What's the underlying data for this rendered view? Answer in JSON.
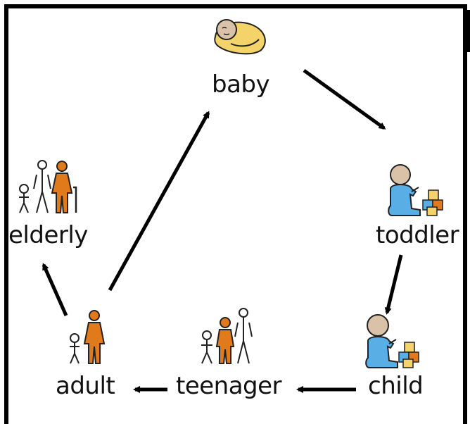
{
  "stages": {
    "baby": "baby",
    "toddler": "toddler",
    "child": "child",
    "teenager": "teenager",
    "adult": "adult",
    "elderly": "elderly"
  },
  "icons": {
    "baby": "swaddled-baby-icon",
    "toddler": "toddler-with-blocks-icon",
    "child": "child-with-blocks-icon",
    "teenager": "teenager-group-icon",
    "adult": "adult-with-child-icon",
    "elderly": "elderly-family-icon"
  },
  "colors": {
    "skin": "#d9c2a8",
    "blanket": "#f4d36a",
    "clothing": "#5aaee6",
    "person_highlight": "#e07a1a",
    "line": "#000000"
  }
}
